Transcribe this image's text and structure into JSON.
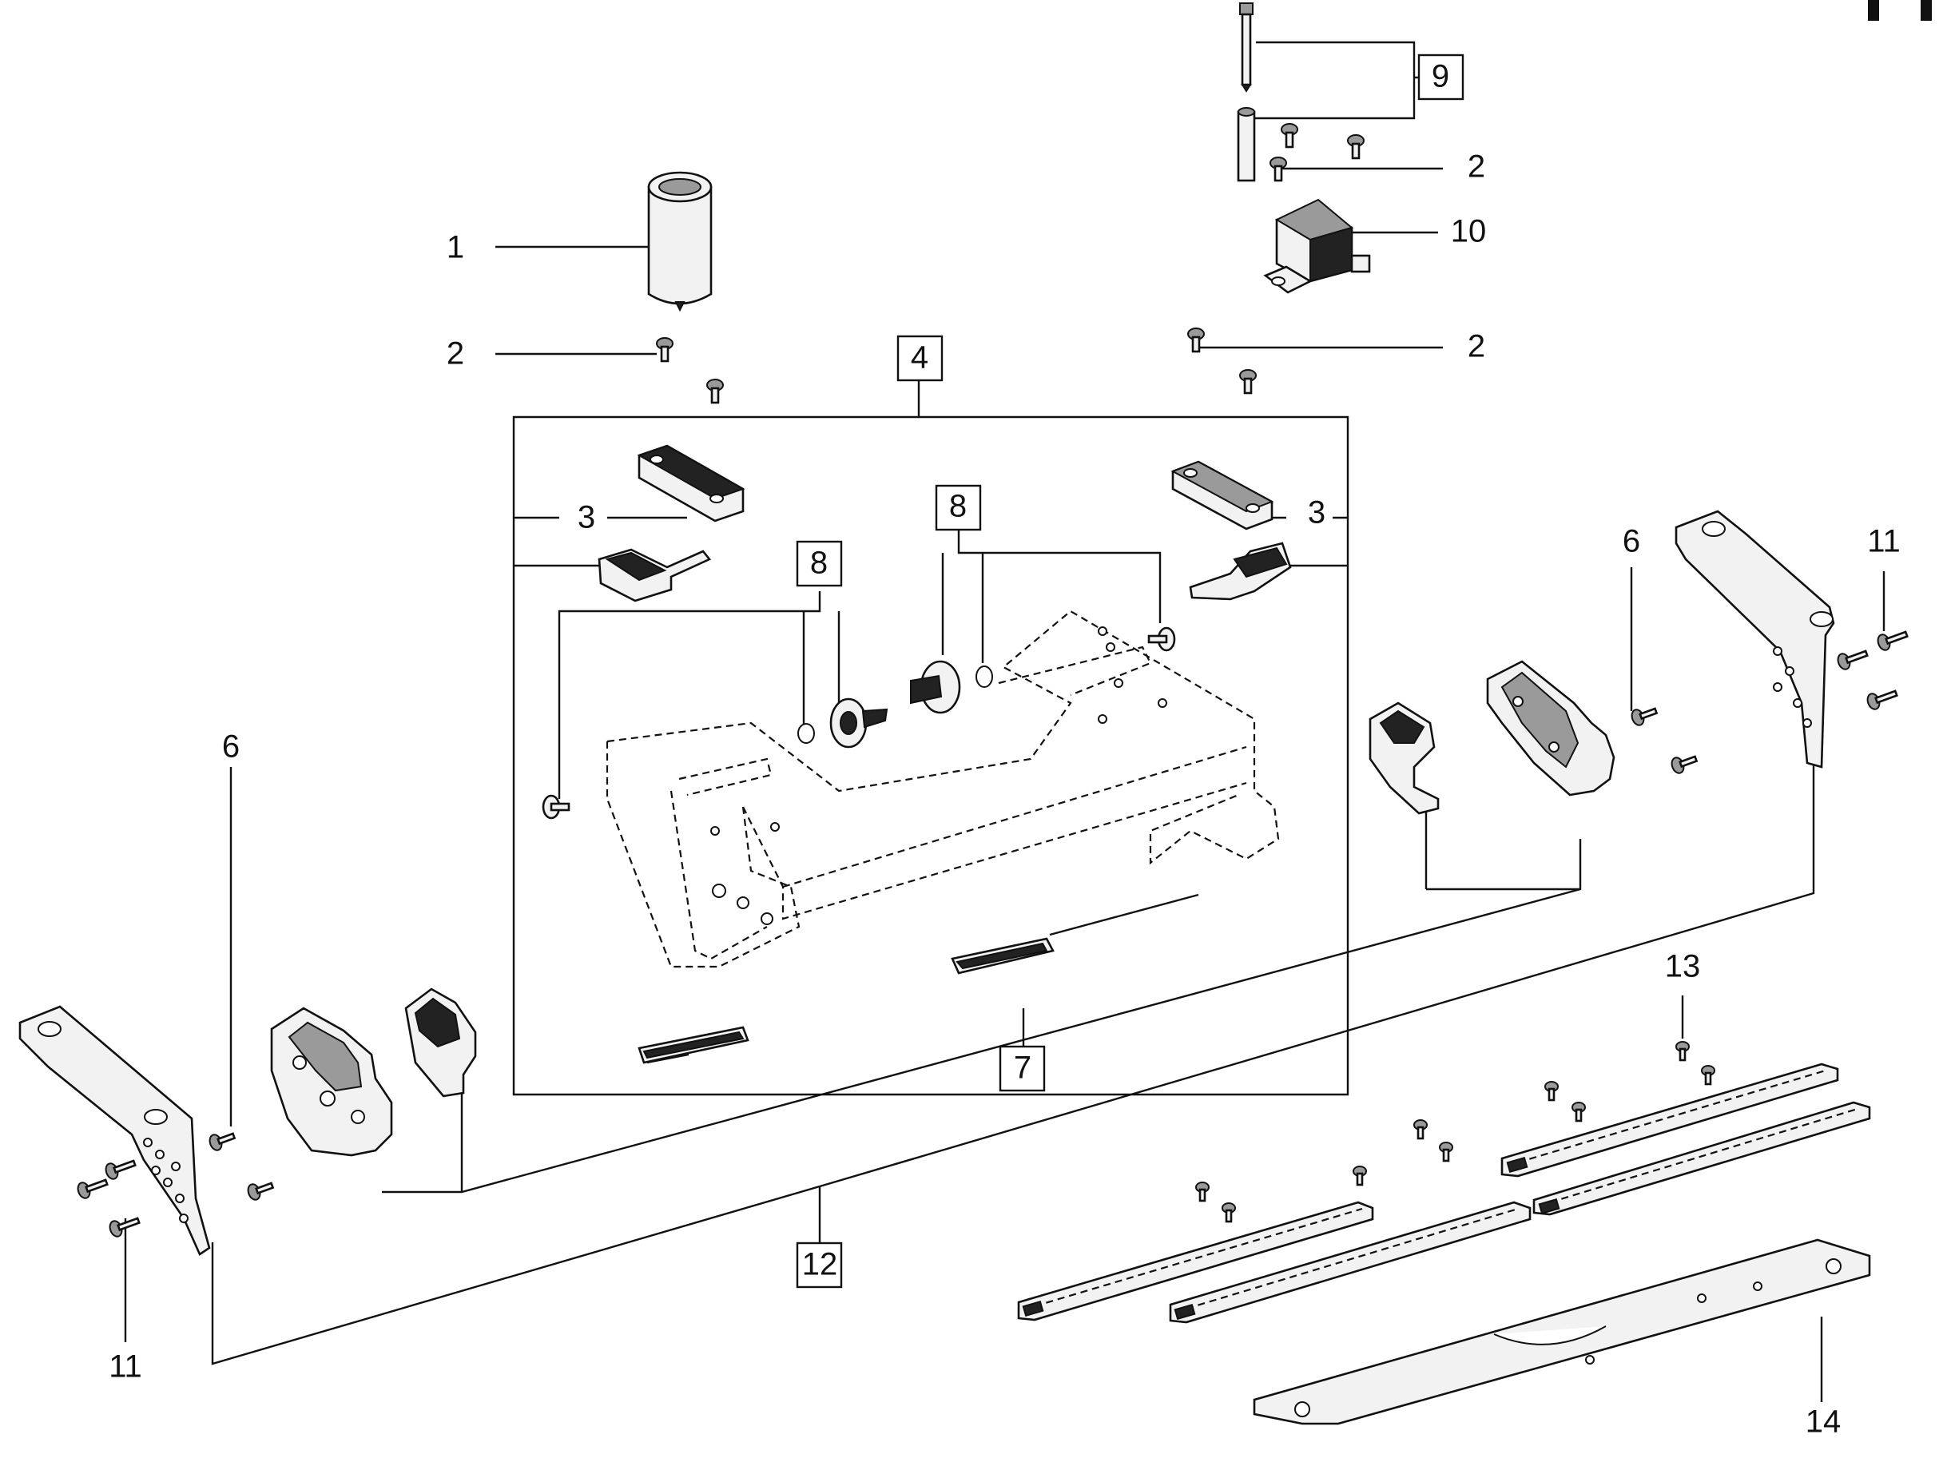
{
  "callouts": [
    {
      "id": "c1",
      "text": "1",
      "boxed": false
    },
    {
      "id": "c2a",
      "text": "2",
      "boxed": false
    },
    {
      "id": "c2b",
      "text": "2",
      "boxed": false
    },
    {
      "id": "c2c",
      "text": "2",
      "boxed": false
    },
    {
      "id": "c3a",
      "text": "3",
      "boxed": false
    },
    {
      "id": "c3b",
      "text": "3",
      "boxed": false
    },
    {
      "id": "c4",
      "text": "4",
      "boxed": true
    },
    {
      "id": "c6a",
      "text": "6",
      "boxed": false
    },
    {
      "id": "c6b",
      "text": "6",
      "boxed": false
    },
    {
      "id": "c7",
      "text": "7",
      "boxed": true
    },
    {
      "id": "c8a",
      "text": "8",
      "boxed": true
    },
    {
      "id": "c8b",
      "text": "8",
      "boxed": true
    },
    {
      "id": "c9",
      "text": "9",
      "boxed": true
    },
    {
      "id": "c10",
      "text": "10",
      "boxed": false
    },
    {
      "id": "c11a",
      "text": "11",
      "boxed": false
    },
    {
      "id": "c11b",
      "text": "11",
      "boxed": false
    },
    {
      "id": "c12",
      "text": "12",
      "boxed": true
    },
    {
      "id": "c13",
      "text": "13",
      "boxed": false
    },
    {
      "id": "c14",
      "text": "14",
      "boxed": false
    }
  ],
  "parts": [
    {
      "id": "spindle-sleeve",
      "icon": "cylinder-icon"
    },
    {
      "id": "screw",
      "icon": "screw-icon"
    },
    {
      "id": "clamp-plate",
      "icon": "plate-icon"
    },
    {
      "id": "frame-assembly",
      "icon": "frame-icon"
    },
    {
      "id": "rotary-knob",
      "icon": "knob-icon"
    },
    {
      "id": "motor-cap",
      "icon": "housing-icon"
    },
    {
      "id": "side-bracket",
      "icon": "bracket-icon"
    },
    {
      "id": "segment-guide",
      "icon": "arc-guide-icon"
    },
    {
      "id": "guide-rail",
      "icon": "rail-icon"
    },
    {
      "id": "base-plate",
      "icon": "base-plate-icon"
    }
  ]
}
